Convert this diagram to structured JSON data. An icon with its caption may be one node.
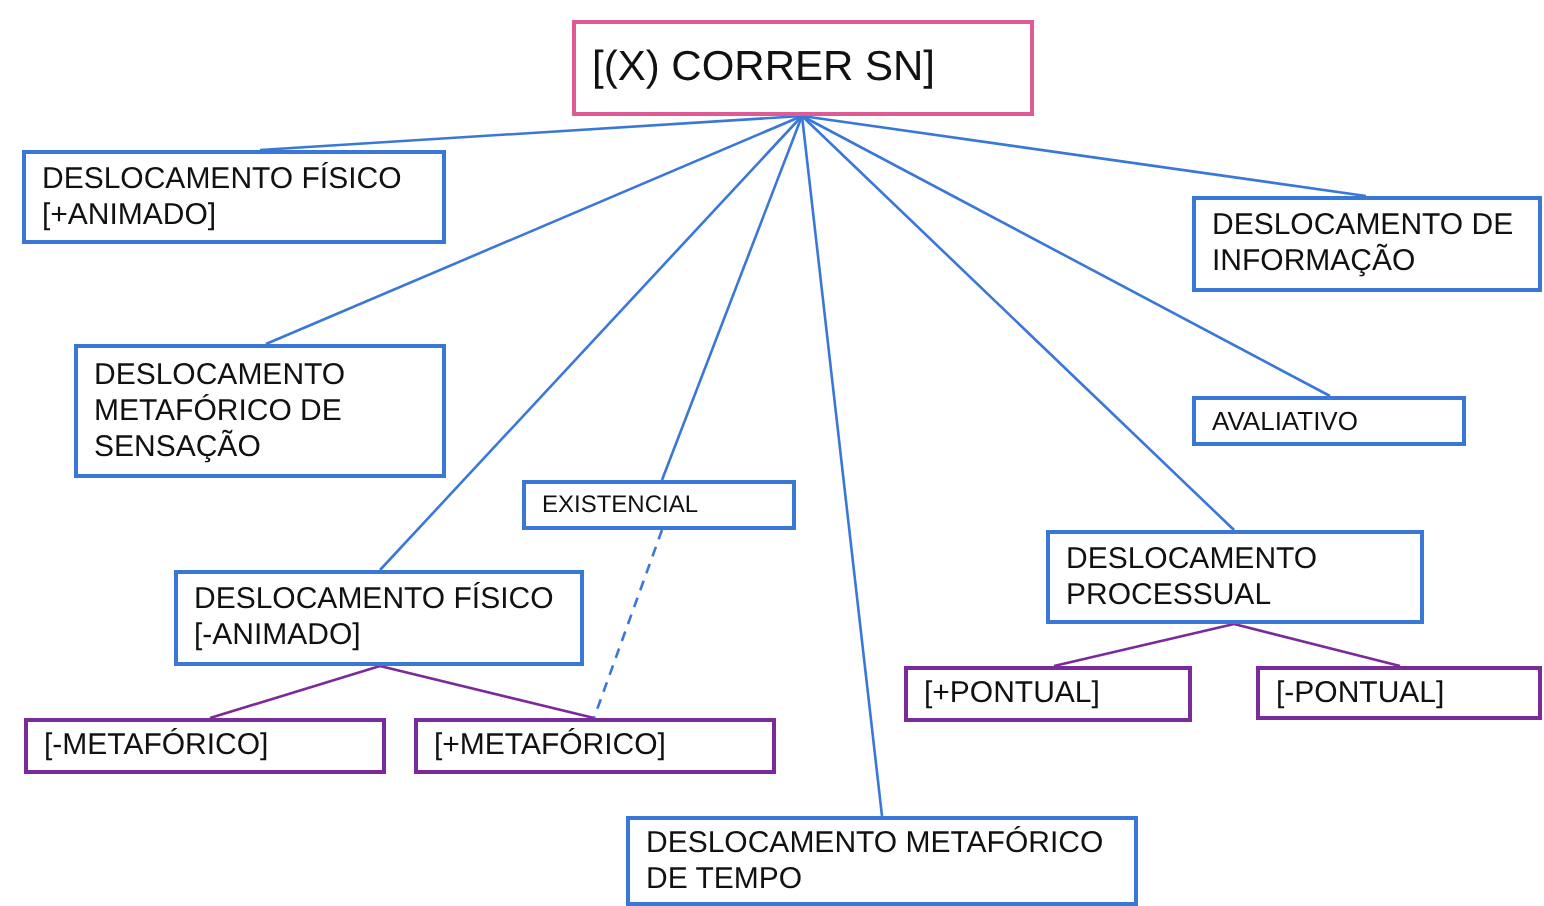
{
  "diagram": {
    "nodes": [
      {
        "text": [
          "[(X) CORRER SN]"
        ]
      },
      {
        "text": [
          "DESLOCAMENTO FÍSICO [+ANIMADO]"
        ]
      },
      {
        "text": [
          "DESLOCAMENTO METAFÓRICO DE SENSAÇÃO"
        ]
      },
      {
        "text": [
          "EXISTENCIAL"
        ]
      },
      {
        "text": [
          "DESLOCAMENTO FÍSICO [-ANIMADO]"
        ]
      },
      {
        "text": [
          "[-METAFÓRICO]"
        ]
      },
      {
        "text": [
          "[+METAFÓRICO]"
        ]
      },
      {
        "text": [
          "DESLOCAMENTO METAFÓRICO DE TEMPO"
        ]
      },
      {
        "text": [
          "DESLOCAMENTO PROCESSUAL"
        ]
      },
      {
        "text": [
          "[+PONTUAL]"
        ]
      },
      {
        "text": [
          "[-PONTUAL]"
        ]
      },
      {
        "text": [
          "AVALIATIVO"
        ]
      },
      {
        "text": [
          "DESLOCAMENTO DE INFORMAÇÃO"
        ]
      }
    ],
    "edges": [
      {
        "from": 0,
        "to": 1,
        "arrow": "none"
      },
      {
        "from": 0,
        "to": 2,
        "arrow": "none"
      },
      {
        "from": 0,
        "to": 4,
        "arrow": "none"
      },
      {
        "from": 0,
        "to": 3,
        "arrow": "none"
      },
      {
        "from": 0,
        "to": 7,
        "arrow": "none"
      },
      {
        "from": 0,
        "to": 8,
        "arrow": "none"
      },
      {
        "from": 0,
        "to": 11,
        "arrow": "none"
      },
      {
        "from": 0,
        "to": 12,
        "arrow": "none"
      },
      {
        "from": 4,
        "to": 5,
        "arrow": "none",
        "color": "#7b2a9a"
      },
      {
        "from": 4,
        "to": 6,
        "arrow": "none",
        "color": "#7b2a9a"
      },
      {
        "from": 3,
        "to": 6,
        "arrow": "none",
        "style": "dashed"
      },
      {
        "from": 8,
        "to": 9,
        "arrow": "none",
        "color": "#7b2a9a"
      },
      {
        "from": 8,
        "to": 10,
        "arrow": "none",
        "color": "#7b2a9a"
      }
    ]
  }
}
